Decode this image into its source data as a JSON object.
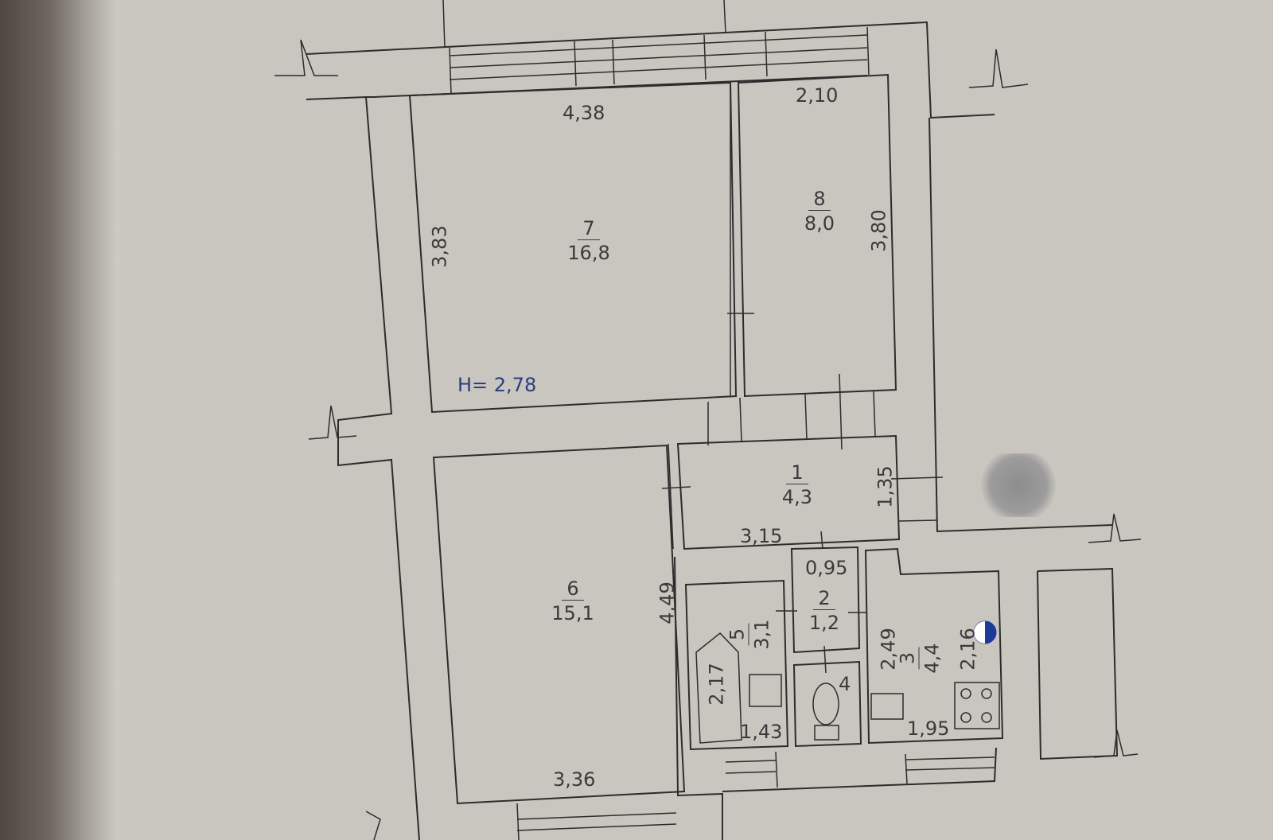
{
  "rooms": [
    {
      "number": "7",
      "area": "16,8"
    },
    {
      "number": "8",
      "area": "8,0"
    },
    {
      "number": "1",
      "area": "4,3"
    },
    {
      "number": "6",
      "area": "15,1"
    },
    {
      "number": "5",
      "area": "3,1"
    },
    {
      "number": "2",
      "area": "1,2"
    },
    {
      "number": "3",
      "area": "4,4"
    },
    {
      "number": "4",
      "area": ""
    }
  ],
  "dimensions": {
    "room7_width": "4,38",
    "room7_height": "3,83",
    "room8_width": "2,10",
    "room8_height": "3,80",
    "room1_width": "3,15",
    "room1_height": "1,35",
    "room6_width": "3,36",
    "room6_height": "4,49",
    "bath_length": "2,17",
    "room5_width": "1,43",
    "room2_width": "0,95",
    "room3_height_a": "2,49",
    "room3_height_b": "2,16",
    "room3_width": "1,95"
  },
  "ceiling_height": "H= 2,78",
  "colors": {
    "paper": "#c9c6c0",
    "ink": "#2c2c2c",
    "pen_blue": "#2c3e80"
  }
}
